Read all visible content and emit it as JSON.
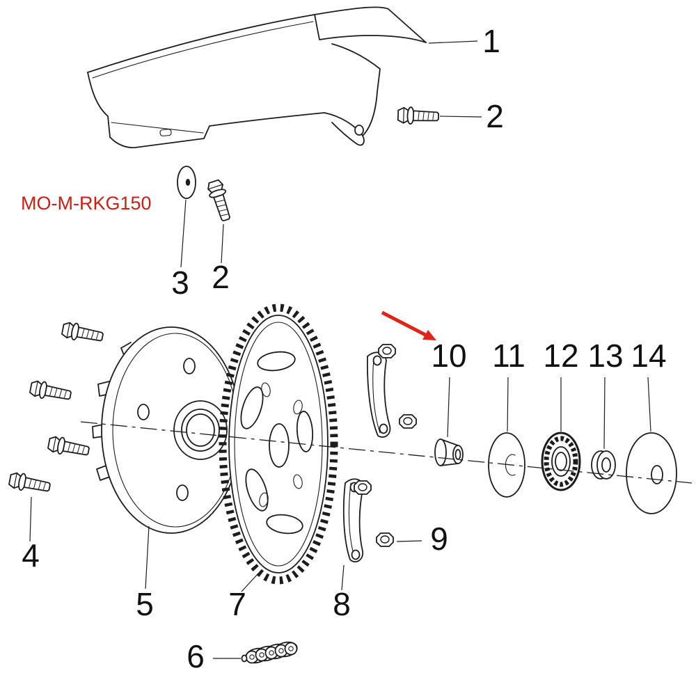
{
  "page": {
    "background": "#ffffff"
  },
  "diagram": {
    "model_code": "MO-M-RKG150",
    "model_code_color": "#cc1f14",
    "line_color": "#1c1c1c",
    "arrow_color": "#e02415",
    "part_labels": {
      "p1": "1",
      "p2_upper": "2",
      "p2_lower": "2",
      "p3": "3",
      "p4": "4",
      "p5": "5",
      "p6": "6",
      "p7": "7",
      "p8": "8",
      "p9": "9",
      "p10": "10",
      "p11": "11",
      "p12": "12",
      "p13": "13",
      "p14": "14"
    }
  }
}
